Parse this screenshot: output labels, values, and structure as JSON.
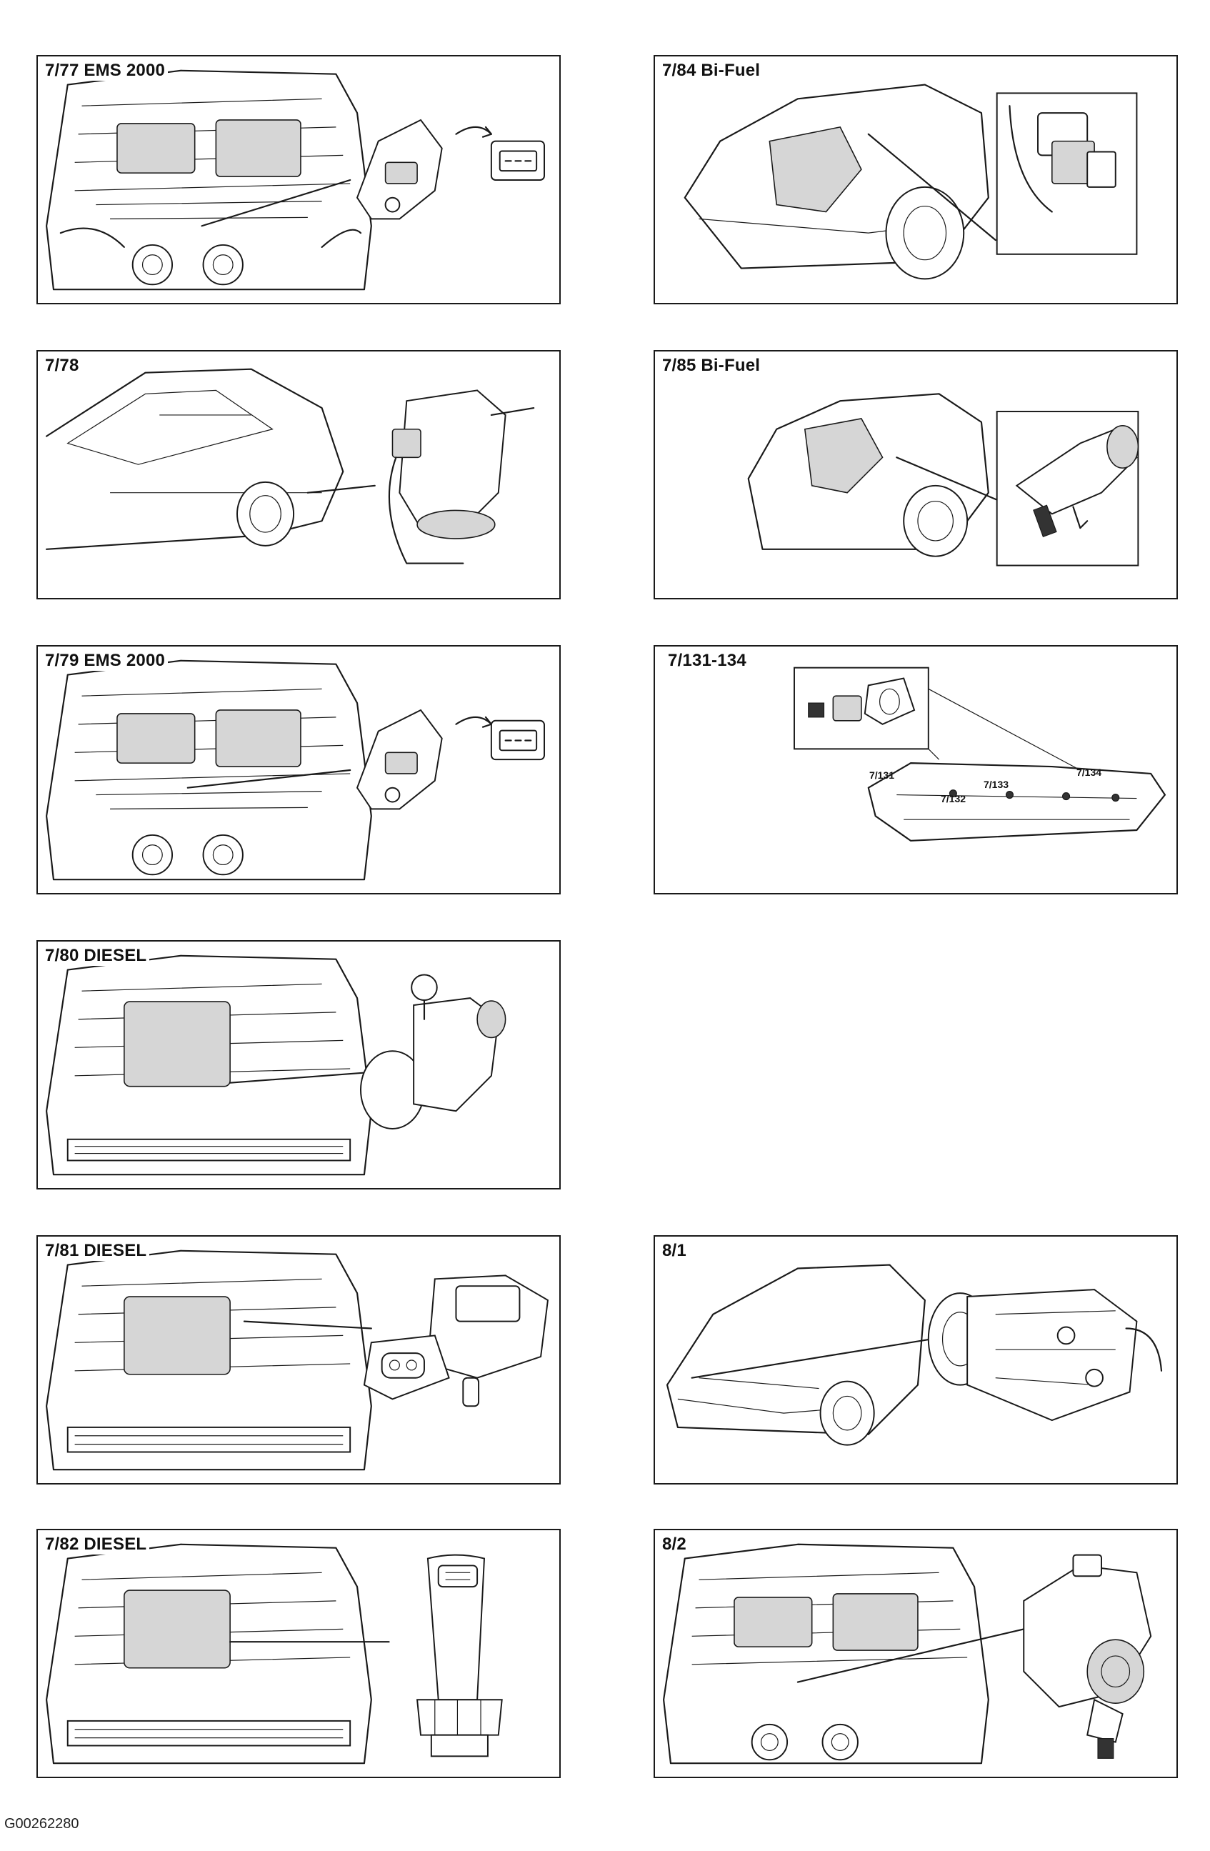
{
  "panels": [
    {
      "id": "p1",
      "label": "7/77 EMS 2000",
      "art": "engine-bay-map-sensor"
    },
    {
      "id": "p2",
      "label": "7/84  Bi-Fuel",
      "art": "bifuel-car-module"
    },
    {
      "id": "p3",
      "label": "7/78",
      "art": "sedan-canister-valve"
    },
    {
      "id": "p4",
      "label": "7/85  Bi-Fuel",
      "art": "bifuel-car-sensor"
    },
    {
      "id": "p5",
      "label": "7/79 EMS 2000",
      "art": "engine-bay-map-sensor"
    },
    {
      "id": "p6",
      "label": "7/131-134",
      "art": "rear-bumper-sensors",
      "callouts": [
        "7/131",
        "7/132",
        "7/133",
        "7/134"
      ]
    },
    {
      "id": "p7",
      "label": "7/80 DIESEL",
      "art": "diesel-bay-sensor"
    },
    {
      "id": "p8",
      "label": "7/81 DIESEL",
      "art": "diesel-bay-pressure-sensor"
    },
    {
      "id": "p9",
      "label": "8/1",
      "art": "car-front-ac-compressor"
    },
    {
      "id": "p10",
      "label": "7/82 DIESEL",
      "art": "diesel-bay-temp-sender"
    },
    {
      "id": "p11",
      "label": "8/2",
      "art": "engine-bay-ac-valve"
    }
  ],
  "document_id": "G00262280"
}
